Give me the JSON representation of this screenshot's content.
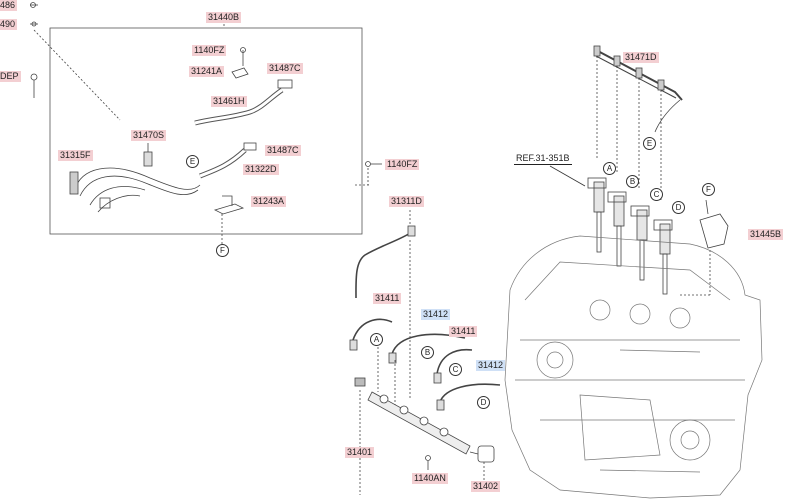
{
  "parts": {
    "p_486": "486",
    "p_490": "490",
    "p_dep": "DEP",
    "p_31440b": "31440B",
    "p_1140fz_a": "1140FZ",
    "p_31241a": "31241A",
    "p_31487c_a": "31487C",
    "p_31461h": "31461H",
    "p_31470s": "31470S",
    "p_31315f": "31315F",
    "p_31487c_b": "31487C",
    "p_31322d": "31322D",
    "p_31243a": "31243A",
    "p_1140fz_b": "1140FZ",
    "p_31311d": "31311D",
    "p_31471d": "31471D",
    "p_ref": "REF.31-351B",
    "p_31445b": "31445B",
    "p_31411_a": "31411",
    "p_31412_a": "31412",
    "p_31411_b": "31411",
    "p_31412_b": "31412",
    "p_31401": "31401",
    "p_1140an": "1140AN",
    "p_31402": "31402"
  },
  "callouts": {
    "a": "A",
    "b": "B",
    "c": "C",
    "d": "D",
    "e": "E",
    "f": "F"
  },
  "colors": {
    "highlight_red": "#f3cfd2",
    "highlight_blue": "#cfe0f6",
    "line": "#333333"
  }
}
